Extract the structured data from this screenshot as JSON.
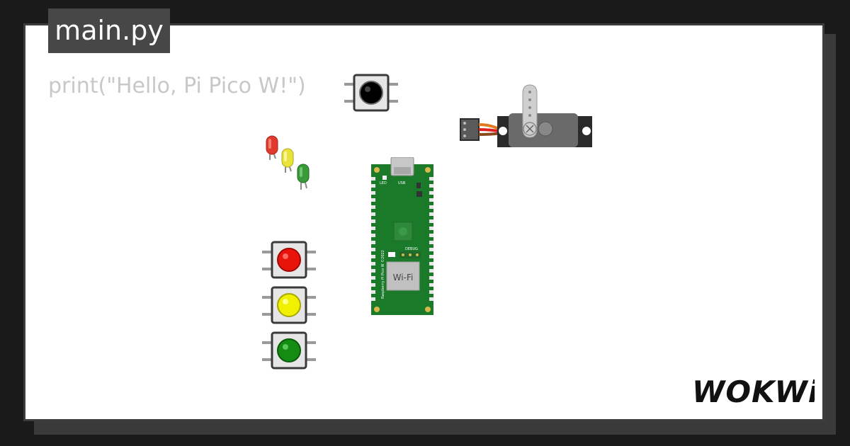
{
  "tab": {
    "filename": "main.py"
  },
  "code": {
    "line1": "print(\"Hello, Pi Pico W!\")"
  },
  "board": {
    "wifi_label": "Wi-Fi",
    "silk_text": "Raspberry Pi Pico W ©2022",
    "debug_label": "DEBUG",
    "led_label": "LED",
    "usb_label": "USB"
  },
  "brand": {
    "logo_text": "WOKWi"
  },
  "colors": {
    "led_red": "#e03a2f",
    "led_yellow": "#e8e23a",
    "led_green": "#3a9a3a",
    "button_red": "#e8140c",
    "button_yellow": "#f0f000",
    "button_green": "#148c14",
    "board": "#1a7a2a"
  }
}
